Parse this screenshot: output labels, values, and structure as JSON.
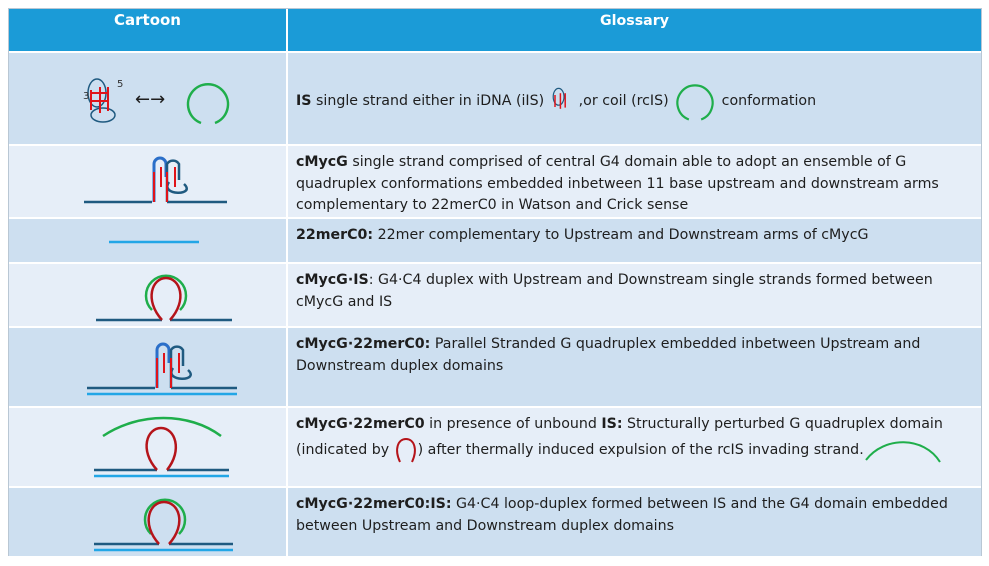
{
  "header": {
    "col1": "Cartoon",
    "col2": "Glossary"
  },
  "colors": {
    "header": "#1b9bd7",
    "row_dark": "#cddff0",
    "row_light": "#e6eef8",
    "strand": "#1f5a80",
    "is_coil": "#1fae4b",
    "g4_loop": "#c0151b",
    "complement": "#22a6e6"
  },
  "rows": [
    {
      "segments": [
        {
          "t": "IS",
          "b": true
        },
        {
          "t": " single strand either in  iDNA (iIS) "
        },
        {
          "t": ",or  coil  (rcIS) "
        },
        {
          "t": " conformation"
        }
      ],
      "labels": {
        "three": "3",
        "five": "5",
        "arrow": "←→"
      }
    },
    {
      "segments": [
        {
          "t": "cMycG",
          "b": true
        },
        {
          "t": " single strand comprised of central G4 domain able to adopt an ensemble of G quadruplex conformations embedded inbetween 11 base upstream and downstream arms  complementary to 22merC0 in Watson and Crick sense"
        }
      ]
    },
    {
      "segments": [
        {
          "t": "22merC0:",
          "b": true
        },
        {
          "t": " 22mer complementary to Upstream and Downstream arms of cMycG"
        }
      ]
    },
    {
      "segments": [
        {
          "t": "cMycG·IS",
          "b": true
        },
        {
          "t": ": G4·C4 duplex with Upstream and Downstream single strands formed between cMycG and IS"
        }
      ]
    },
    {
      "segments": [
        {
          "t": "cMycG·22merC0:",
          "b": true
        },
        {
          "t": " Parallel Stranded G quadruplex embedded inbetween Upstream and Downstream duplex domains"
        }
      ]
    },
    {
      "segments": [
        {
          "t": "cMycG·22merC0",
          "b": true
        },
        {
          "t": " in presence of unbound "
        },
        {
          "t": "IS:",
          "b": true
        },
        {
          "t": " Structurally perturbed G quadruplex domain (indicated by "
        },
        {
          "t": ") after thermally induced expulsion of the rcIS invading strand."
        }
      ]
    },
    {
      "segments": [
        {
          "t": "cMycG·22merC0:IS:",
          "b": true
        },
        {
          "t": "  G4·C4 loop-duplex formed between IS and the G4 domain embedded between Upstream and Downstream duplex domains"
        }
      ]
    }
  ]
}
